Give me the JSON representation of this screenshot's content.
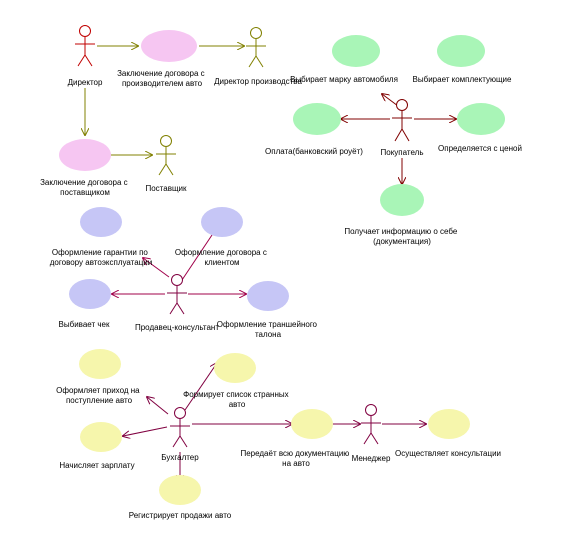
{
  "colors": {
    "pink": "#f6c6f2",
    "green": "#a9f5b7",
    "blue": "#c6c6f6",
    "yellow": "#f6f6ac",
    "olive": "#808000",
    "maroon": "#800040",
    "darkred": "#800000"
  },
  "actors": {
    "director": "Директор",
    "director_producer": "Директор производства",
    "supplier": "Поставщик",
    "buyer": "Покупатель",
    "sales_consultant": "Продавец-консультант",
    "accountant": "Бухгалтер",
    "manager": "Менеджер"
  },
  "use_cases": {
    "uc_contract_producer": [
      "Заключение договора с",
      "производителем авто"
    ],
    "uc_contract_supplier": [
      "Заключение договора с",
      "поставщиком"
    ],
    "uc_choose_model": "Выбирает марку автомобиля",
    "uc_choose_parts": "Выбирает комплектующие",
    "uc_payment": "Оплата(банковский роуёт)",
    "uc_part_exchange": "Определяется с ценой",
    "uc_receive_info": [
      "Получает информацию о себе",
      "(документация)"
    ],
    "uc_warranty": [
      "Оформление гарантии по",
      "договору автоэксплуатации"
    ],
    "uc_contract_client": [
      "Оформление договора с",
      "клиентом"
    ],
    "uc_check": "Выбивает чек",
    "uc_tradein": [
      "Оформление траншейного",
      "талона"
    ],
    "uc_arrival": [
      "Оформляет приход на",
      "поступление авто"
    ],
    "uc_form_docs": [
      "Формирует список странных",
      "авто"
    ],
    "uc_salary": "Начисляет зарплату",
    "uc_reg_sales": "Регистрирует продажи авто",
    "uc_pass_docs": [
      "Передаёт всю документацию",
      "на авто"
    ],
    "uc_consult": "Осуществляет консультации"
  }
}
